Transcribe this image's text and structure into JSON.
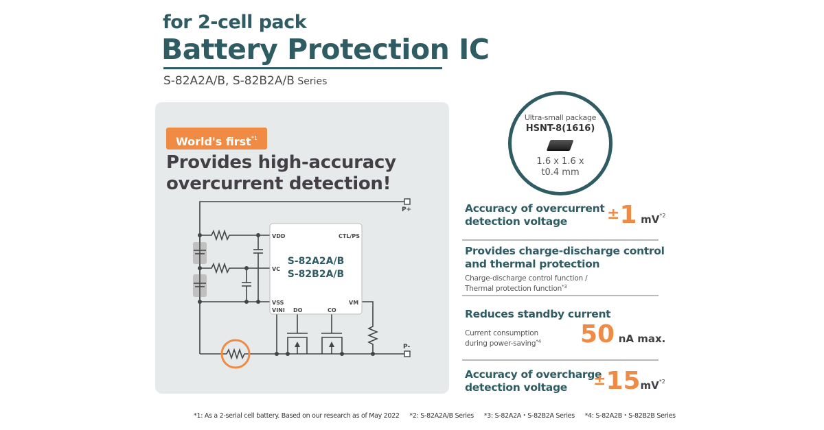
{
  "header": {
    "subtitle": "for 2-cell pack",
    "title": "Battery Protection IC",
    "series_main": "S-82A2A/B, S-82B2A/B",
    "series_suffix": " Series"
  },
  "hero": {
    "badge": "World's first",
    "badge_note": "*1",
    "headline_line1": "Provides high-accuracy",
    "headline_line2": "overcurrent detection!"
  },
  "circuit": {
    "ic_name_line1": "S-82A2A/B",
    "ic_name_line2": "S-82B2A/B",
    "pins": [
      "VDD",
      "VC",
      "VSS",
      "VINI",
      "DO",
      "CO",
      "VM",
      "CTL/PS"
    ],
    "terminals": [
      "P+",
      "P-"
    ],
    "colors": {
      "line": "#444444",
      "highlight": "#f08b45",
      "ic_text": "#2f5b63",
      "cell": "#c0c0c0"
    }
  },
  "package": {
    "label": "Ultra-small package",
    "name": "HSNT-8(1616)",
    "dims_line1": "1.6 x 1.6 x",
    "dims_line2": "t0.4 mm"
  },
  "features": [
    {
      "title_line1": "Accuracy of overcurrent",
      "title_line2": "detection voltage",
      "value_prefix": "±",
      "value": "1",
      "unit": "mV",
      "note": "*2"
    },
    {
      "title_line1": "Provides charge-discharge control",
      "title_line2": "and thermal protection",
      "sub_line1": "Charge-discharge control function /",
      "sub_line2": "Thermal protection function",
      "note": "*3"
    },
    {
      "title": "Reduces standby current",
      "sub_line1": "Current consumption",
      "sub_line2": "during power-saving",
      "note": "*4",
      "value": "50",
      "unit": "nA max."
    },
    {
      "title_line1": "Accuracy of overcharge",
      "title_line2": "detection voltage",
      "value_prefix": "±",
      "value": "15",
      "unit": "mV",
      "note": "*2"
    }
  ],
  "footnotes": [
    "*1: As a 2-serial cell battery.  Based on our research as of May 2022",
    "*2: S-82A2A/B Series",
    "*3: S-82A2A・S-82B2A Series",
    "*4: S-82A2B・S-82B2B Series"
  ],
  "colors": {
    "brand_teal": "#2f5b63",
    "accent_orange": "#f08b45",
    "panel_gray": "#e6eaeb"
  }
}
